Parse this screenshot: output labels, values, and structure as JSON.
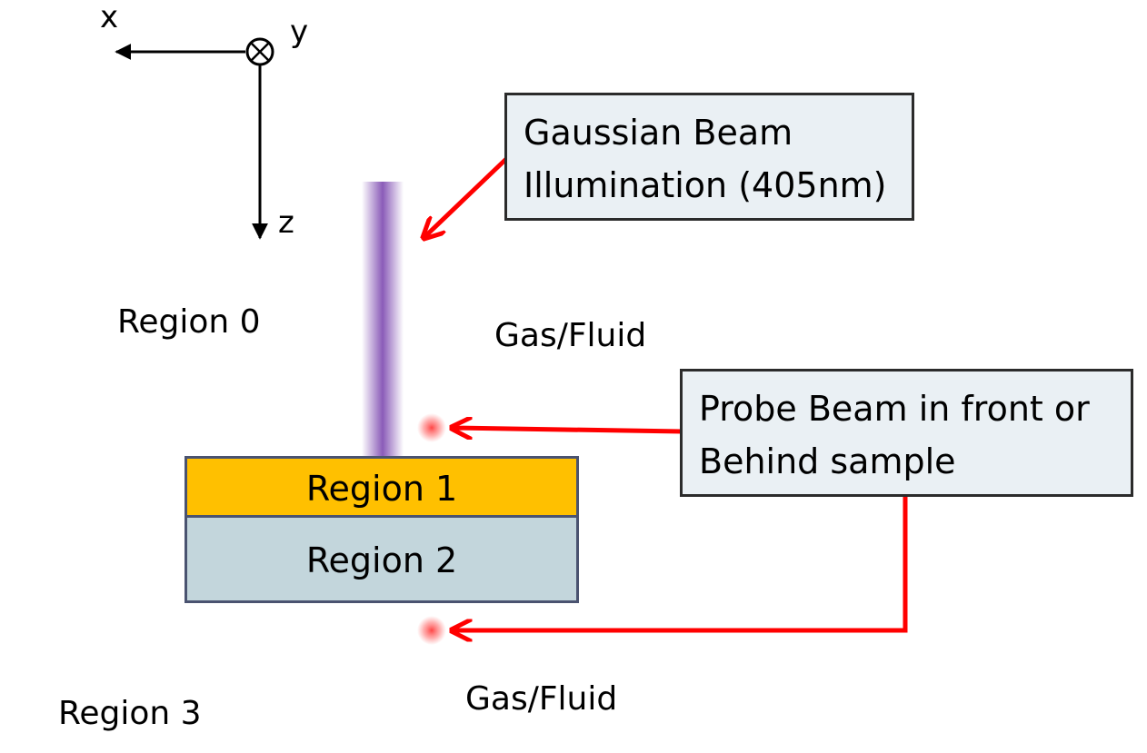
{
  "axes": {
    "x": "x",
    "y": "y",
    "z": "z"
  },
  "regions": {
    "region0": "Region 0",
    "region1": "Region 1",
    "region2": "Region 2",
    "region3": "Region 3"
  },
  "media": {
    "top": "Gas/Fluid",
    "bottom": "Gas/Fluid"
  },
  "callouts": {
    "gaussian": {
      "line1": "Gaussian Beam",
      "line2": "Illumination (405nm)"
    },
    "probe": {
      "line1": "Probe Beam in front or",
      "line2": "Behind sample"
    }
  },
  "colors": {
    "beam": "#8a5bb8",
    "arrow": "#ff0000",
    "region1": "#ffc000",
    "region2": "#c3d6dc",
    "box_fill": "#eaf0f4"
  }
}
